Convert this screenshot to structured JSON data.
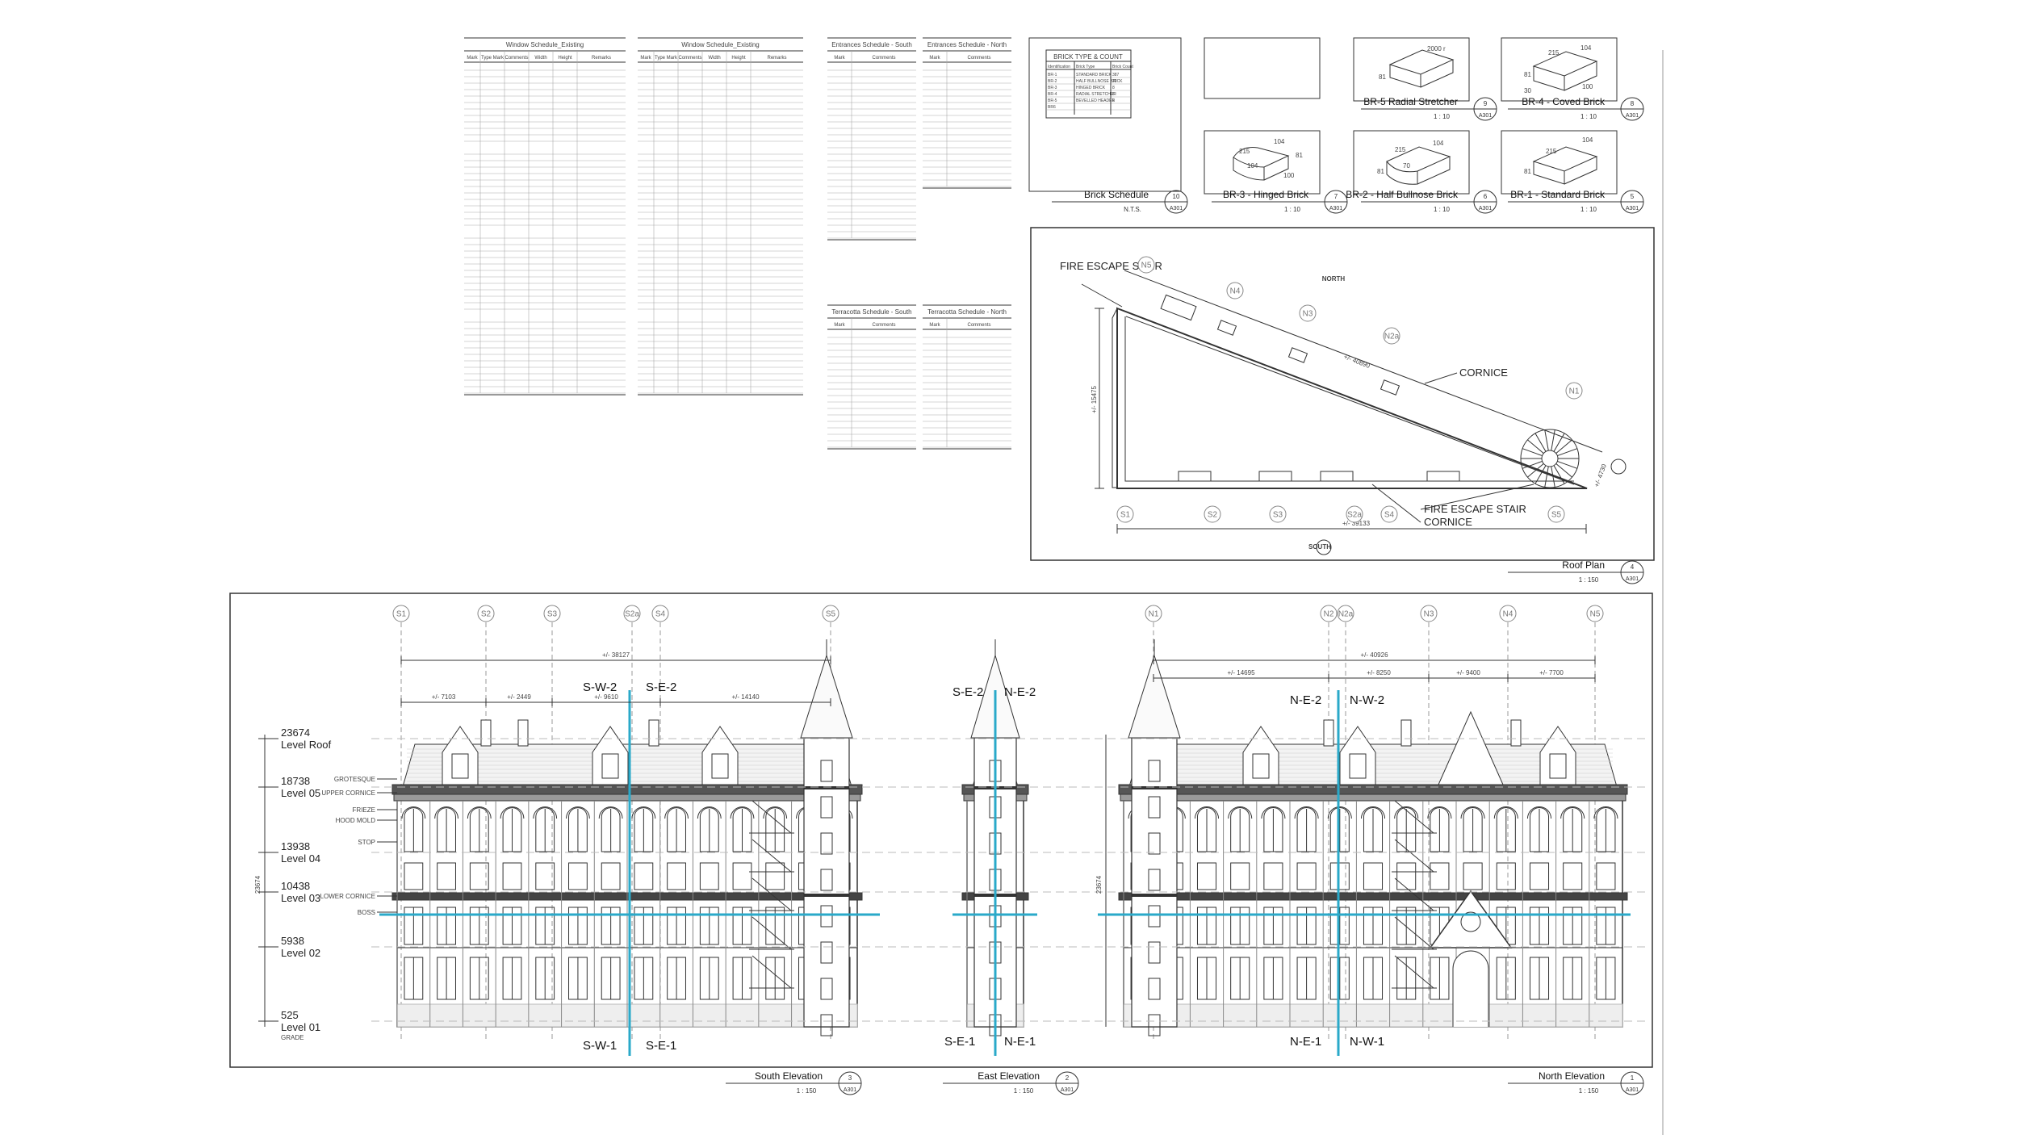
{
  "schedules": {
    "window_existing_1": {
      "title": "Window Schedule_Existing",
      "headers": [
        "Mark",
        "Type Mark",
        "Comments",
        "Width",
        "Height",
        "Remarks"
      ]
    },
    "window_existing_2": {
      "title": "Window Schedule_Existing",
      "headers": [
        "Mark",
        "Type Mark",
        "Comments",
        "Width",
        "Height",
        "Remarks"
      ]
    },
    "entrance_south": {
      "title": "Entrances Schedule - South",
      "headers": [
        "Mark",
        "Comments"
      ]
    },
    "entrance_north": {
      "title": "Entrances Schedule - North",
      "headers": [
        "Mark",
        "Comments"
      ]
    },
    "terracotta_south": {
      "title": "Terracotta Schedule - South",
      "headers": [
        "Mark",
        "Comments"
      ]
    },
    "terracotta_north": {
      "title": "Terracotta Schedule - North",
      "headers": [
        "Mark",
        "Comments"
      ]
    }
  },
  "brick_types": {
    "header": "BRICK TYPE & COUNT",
    "columns": [
      "Identification",
      "Brick Type",
      "Brick Count"
    ],
    "rows": [
      [
        "BR-1",
        "STANDARD BRICK",
        "387"
      ],
      [
        "BR-2",
        "HALF BULLNOSE BRICK",
        "22"
      ],
      [
        "BR-3",
        "HINGED BRICK",
        "8"
      ],
      [
        "BR-4",
        "RADIAL STRETCHER",
        "6"
      ],
      [
        "BR-5",
        "BEVELLED HEADER",
        "6"
      ],
      [
        "BR6",
        "",
        ""
      ]
    ]
  },
  "details": [
    {
      "title": "Brick Schedule",
      "num": "10",
      "sheet": "A301",
      "scale": "N.T.S."
    },
    {
      "title": "BR-5 Radial Stretcher",
      "num": "9",
      "sheet": "A301",
      "scale": "1 : 10"
    },
    {
      "title": "BR-4 - Coved Brick",
      "num": "8",
      "sheet": "A301",
      "scale": "1 : 10"
    },
    {
      "title": "BR-3 - Hinged Brick",
      "num": "7",
      "sheet": "A301",
      "scale": "1 : 10"
    },
    {
      "title": "BR-2 - Half Bullnose Brick",
      "num": "6",
      "sheet": "A301",
      "scale": "1 : 10"
    },
    {
      "title": "BR-1 - Standard Brick",
      "num": "5",
      "sheet": "A301",
      "scale": "1 : 10"
    }
  ],
  "brick_dims": {
    "br5": [
      "2000 r",
      "81"
    ],
    "br4": [
      "215",
      "104",
      "81",
      "30",
      "100"
    ],
    "br3": [
      "104",
      "215",
      "104",
      "81",
      "100"
    ],
    "br2": [
      "104",
      "215",
      "70",
      "81"
    ],
    "br1": [
      "215",
      "104",
      "81"
    ]
  },
  "roof_plan": {
    "title": "Roof Plan",
    "num": "4",
    "sheet": "A301",
    "scale": "1 : 150",
    "north": "NORTH",
    "south": "SOUTH",
    "fire_escape": "FIRE ESCAPE\nSTAIR",
    "fire_escape_stair": "FIRE ESCAPE STAIR",
    "cornice": "CORNICE",
    "dim_top": "+/- 40890",
    "dim_bottom": "+/- 39133",
    "dim_side": "+/- 15475",
    "dim_diag": "+/- 4730",
    "grid_top": [
      "N5",
      "N4",
      "N3",
      "N2a",
      "N1"
    ],
    "grid_bottom": [
      "S1",
      "S2",
      "S3",
      "S2a",
      "S4",
      "S5"
    ]
  },
  "south_elevation": {
    "title": "South Elevation",
    "num": "3",
    "sheet": "A301",
    "scale": "1 : 150",
    "grids": [
      "S1",
      "S2",
      "S3",
      "S2a",
      "S4",
      "S5"
    ],
    "dims": {
      "overall": "+/- 38127",
      "d1": "+/- 7103",
      "d2": "+/- 2449",
      "d3": "+/- 9610",
      "d4": "+/- 14140"
    },
    "sections_top": [
      "S-W-2",
      "S-E-2"
    ],
    "sections_bottom": [
      "S-W-1",
      "S-E-1"
    ],
    "levels": [
      [
        "23674",
        "Level Roof"
      ],
      [
        "18738",
        "Level 05"
      ],
      [
        "13938",
        "Level 04"
      ],
      [
        "10438",
        "Level 03"
      ],
      [
        "5938",
        "Level 02"
      ],
      [
        "525",
        "Level 01"
      ]
    ],
    "ground": "GRADE",
    "height_dim": "23674",
    "callouts": [
      "GROTESQUE",
      "UPPER CORNICE",
      "FRIEZE",
      "HOOD MOLD",
      "STOP",
      "LOWER CORNICE",
      "BOSS"
    ]
  },
  "east_elevation": {
    "title": "East Elevation",
    "num": "2",
    "sheet": "A301",
    "scale": "1 : 150",
    "sections_top": [
      "S-E-2",
      "N-E-2"
    ],
    "sections_bottom": [
      "S-E-1",
      "N-E-1"
    ]
  },
  "north_elevation": {
    "title": "North Elevation",
    "num": "1",
    "sheet": "A301",
    "scale": "1 : 150",
    "grids": [
      "N1",
      "N2",
      "N2a",
      "N3",
      "N4",
      "N5"
    ],
    "dims": {
      "overall": "+/- 40926",
      "d1": "+/- 14695",
      "d2": "+/- 8250",
      "d3": "+/- 9400",
      "d4": "+/- 7700"
    },
    "sections_top": [
      "N-E-2",
      "N-W-2"
    ],
    "sections_bottom": [
      "N-E-1",
      "N-W-1"
    ],
    "height_dim": "23674"
  }
}
